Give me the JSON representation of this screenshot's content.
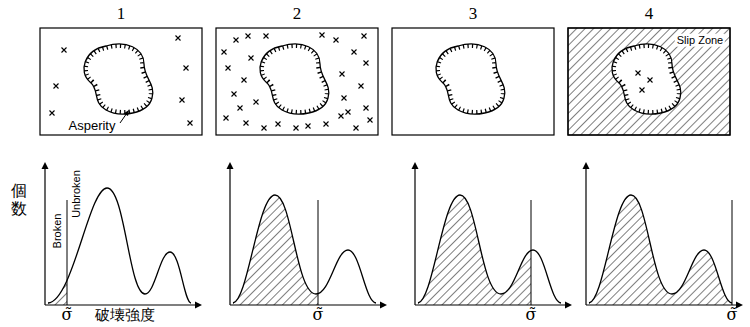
{
  "diagram": {
    "labels": [
      "1",
      "2",
      "3",
      "4",
      "Asperity",
      "Slip Zone",
      "個数",
      "Broken",
      "Unbroken",
      "破壊強度",
      "σ̃",
      "σ̃",
      "σ̃",
      "σ̃"
    ]
  }
}
